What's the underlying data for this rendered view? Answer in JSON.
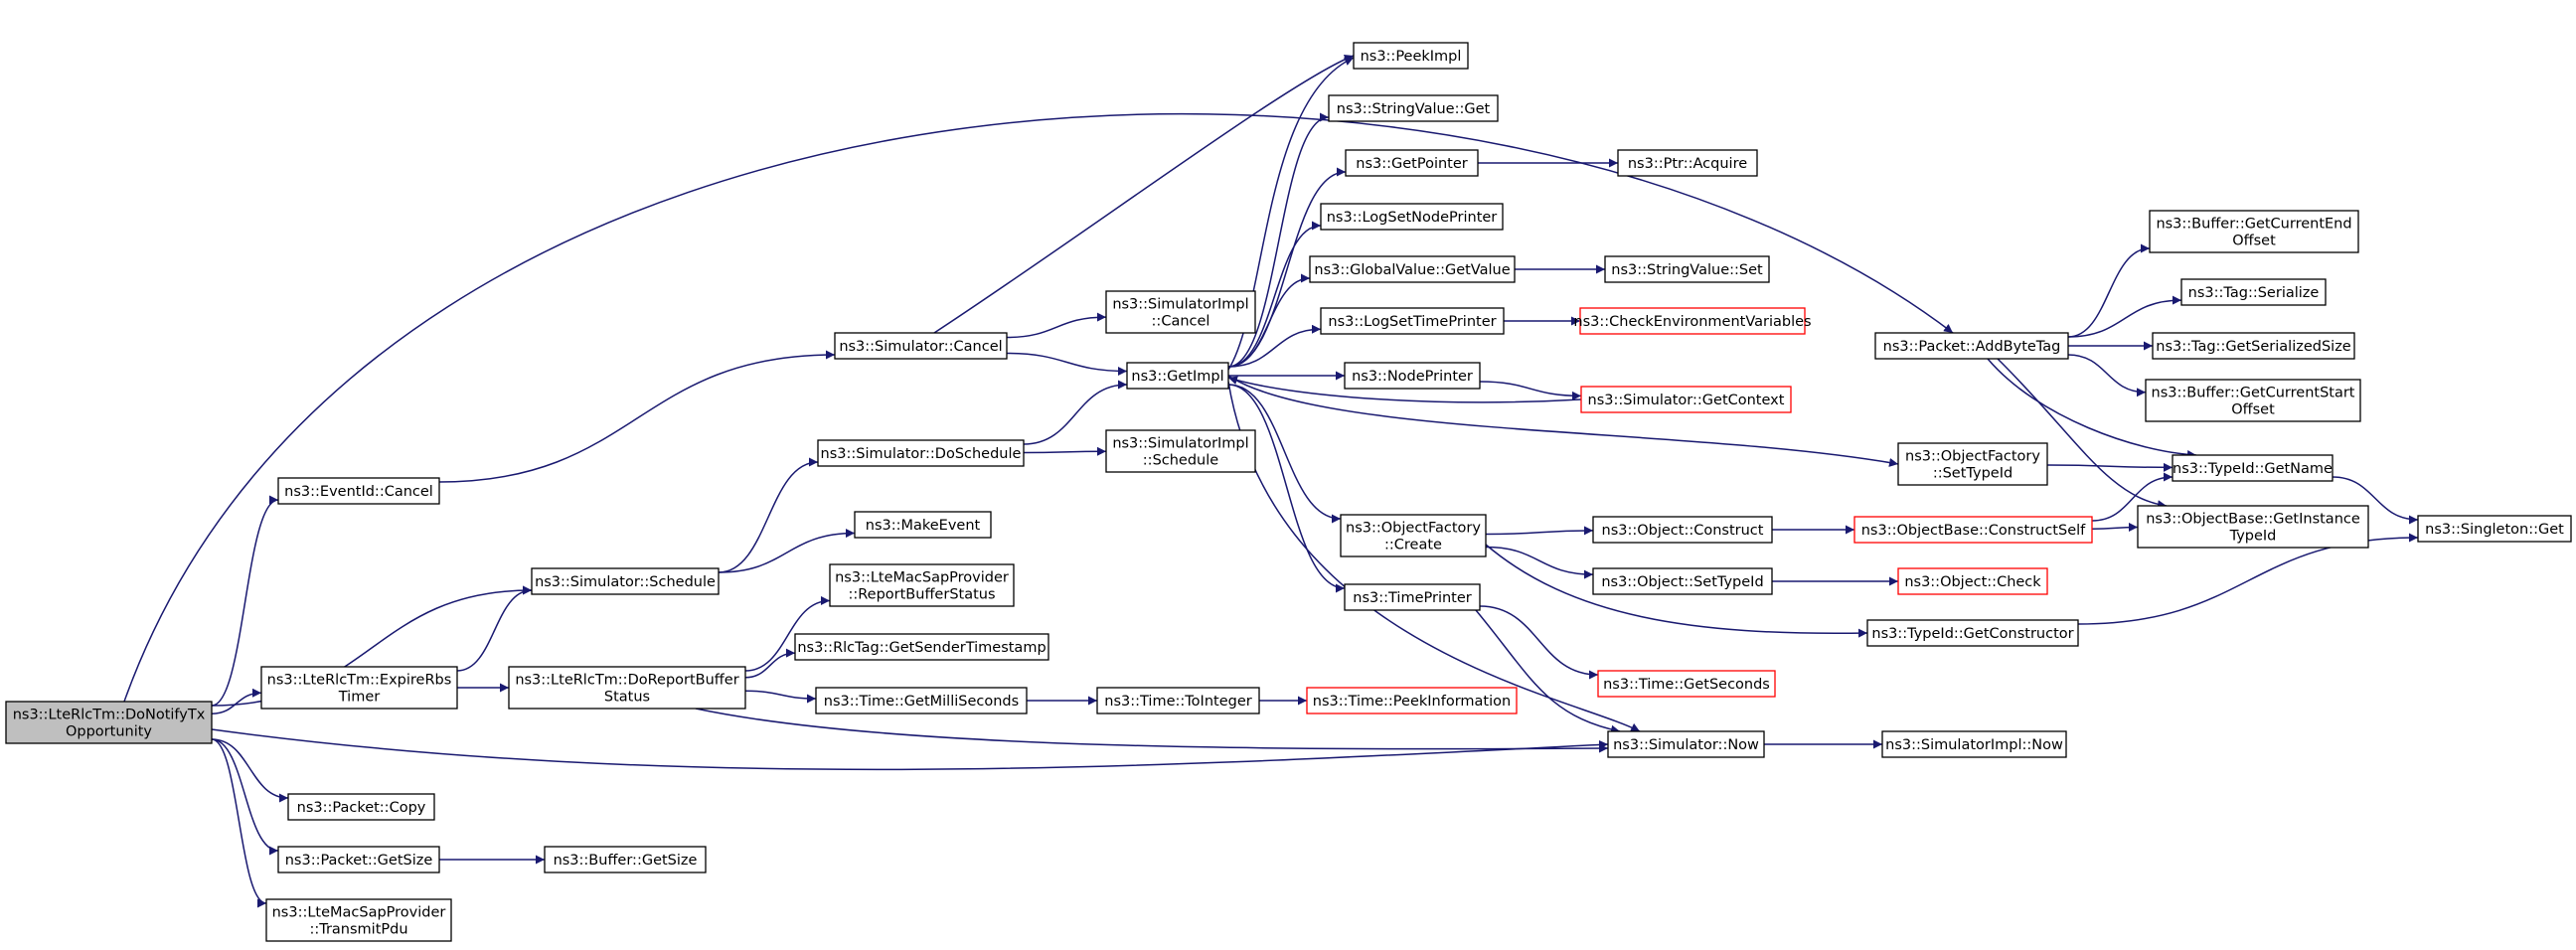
{
  "colors": {
    "edge": "#191970",
    "root_fill": "#bfbfbf",
    "node_border": "#000000",
    "incomplete_border": "#ff0000",
    "background": "#ffffff"
  },
  "nodes": [
    {
      "id": "root",
      "lines": [
        "ns3::LteRlcTm::DoNotifyTx",
        "Opportunity"
      ],
      "style": "root"
    },
    {
      "id": "eventCancel",
      "lines": [
        "ns3::EventId::Cancel"
      ]
    },
    {
      "id": "simSchedule",
      "lines": [
        "ns3::Simulator::Schedule"
      ]
    },
    {
      "id": "expireRbs",
      "lines": [
        "ns3::LteRlcTm::ExpireRbs",
        "Timer"
      ]
    },
    {
      "id": "packetCopy",
      "lines": [
        "ns3::Packet::Copy"
      ]
    },
    {
      "id": "packetGetSize",
      "lines": [
        "ns3::Packet::GetSize"
      ]
    },
    {
      "id": "transmitPdu",
      "lines": [
        "ns3::LteMacSapProvider",
        "::TransmitPdu"
      ]
    },
    {
      "id": "simCancel",
      "lines": [
        "ns3::Simulator::Cancel"
      ]
    },
    {
      "id": "simDoSchedule",
      "lines": [
        "ns3::Simulator::DoSchedule"
      ]
    },
    {
      "id": "makeEvent",
      "lines": [
        "ns3::MakeEvent"
      ]
    },
    {
      "id": "reportBufferStatus",
      "lines": [
        "ns3::LteMacSapProvider",
        "::ReportBufferStatus"
      ]
    },
    {
      "id": "doReportBufferStatus",
      "lines": [
        "ns3::LteRlcTm::DoReportBuffer",
        "Status"
      ]
    },
    {
      "id": "rlcTag",
      "lines": [
        "ns3::RlcTag::GetSenderTimestamp"
      ]
    },
    {
      "id": "getMilliSeconds",
      "lines": [
        "ns3::Time::GetMilliSeconds"
      ]
    },
    {
      "id": "bufferGetSize",
      "lines": [
        "ns3::Buffer::GetSize"
      ]
    },
    {
      "id": "simImplCancel",
      "lines": [
        "ns3::SimulatorImpl",
        "::Cancel"
      ]
    },
    {
      "id": "getImpl",
      "lines": [
        "ns3::GetImpl"
      ]
    },
    {
      "id": "simImplSchedule",
      "lines": [
        "ns3::SimulatorImpl",
        "::Schedule"
      ]
    },
    {
      "id": "toInteger",
      "lines": [
        "ns3::Time::ToInteger"
      ]
    },
    {
      "id": "peekInformation",
      "lines": [
        "ns3::Time::PeekInformation"
      ],
      "style": "red"
    },
    {
      "id": "peekImpl",
      "lines": [
        "ns3::PeekImpl"
      ]
    },
    {
      "id": "stringValueGet",
      "lines": [
        "ns3::StringValue::Get"
      ]
    },
    {
      "id": "getPointer",
      "lines": [
        "ns3::GetPointer"
      ]
    },
    {
      "id": "logSetNodePrinter",
      "lines": [
        "ns3::LogSetNodePrinter"
      ]
    },
    {
      "id": "globalValueGetValue",
      "lines": [
        "ns3::GlobalValue::GetValue"
      ]
    },
    {
      "id": "logSetTimePrinter",
      "lines": [
        "ns3::LogSetTimePrinter"
      ]
    },
    {
      "id": "nodePrinter",
      "lines": [
        "ns3::NodePrinter"
      ]
    },
    {
      "id": "objectFactoryCreate",
      "lines": [
        "ns3::ObjectFactory",
        "::Create"
      ]
    },
    {
      "id": "timePrinter",
      "lines": [
        "ns3::TimePrinter"
      ]
    },
    {
      "id": "ptrAcquire",
      "lines": [
        "ns3::Ptr::Acquire"
      ]
    },
    {
      "id": "stringValueSet",
      "lines": [
        "ns3::StringValue::Set"
      ]
    },
    {
      "id": "checkEnv",
      "lines": [
        "ns3::CheckEnvironmentVariables"
      ],
      "style": "red"
    },
    {
      "id": "simGetContext",
      "lines": [
        "ns3::Simulator::GetContext"
      ],
      "style": "red"
    },
    {
      "id": "objectConstruct",
      "lines": [
        "ns3::Object::Construct"
      ]
    },
    {
      "id": "objectSetTypeId",
      "lines": [
        "ns3::Object::SetTypeId"
      ]
    },
    {
      "id": "timeGetSeconds",
      "lines": [
        "ns3::Time::GetSeconds"
      ],
      "style": "red"
    },
    {
      "id": "simNow",
      "lines": [
        "ns3::Simulator::Now"
      ]
    },
    {
      "id": "objectBaseConstructSelf",
      "lines": [
        "ns3::ObjectBase::ConstructSelf"
      ],
      "style": "red"
    },
    {
      "id": "objectCheck",
      "lines": [
        "ns3::Object::Check"
      ],
      "style": "red"
    },
    {
      "id": "typeIdGetConstructor",
      "lines": [
        "ns3::TypeId::GetConstructor"
      ]
    },
    {
      "id": "simImplNow",
      "lines": [
        "ns3::SimulatorImpl::Now"
      ]
    },
    {
      "id": "packetAddByteTag",
      "lines": [
        "ns3::Packet::AddByteTag"
      ]
    },
    {
      "id": "objectFactorySetTypeId",
      "lines": [
        "ns3::ObjectFactory",
        "::SetTypeId"
      ]
    },
    {
      "id": "bufferGetCurrentEndOffset",
      "lines": [
        "ns3::Buffer::GetCurrentEnd",
        "Offset"
      ]
    },
    {
      "id": "tagSerialize",
      "lines": [
        "ns3::Tag::Serialize"
      ]
    },
    {
      "id": "tagGetSerializedSize",
      "lines": [
        "ns3::Tag::GetSerializedSize"
      ]
    },
    {
      "id": "bufferGetCurrentStartOffset",
      "lines": [
        "ns3::Buffer::GetCurrentStart",
        "Offset"
      ]
    },
    {
      "id": "typeIdGetName",
      "lines": [
        "ns3::TypeId::GetName"
      ]
    },
    {
      "id": "objectBaseGetInstanceTypeId",
      "lines": [
        "ns3::ObjectBase::GetInstance",
        "TypeId"
      ]
    },
    {
      "id": "singletonGet",
      "lines": [
        "ns3::Singleton::Get"
      ]
    }
  ],
  "edges": [
    [
      "root",
      "eventCancel"
    ],
    [
      "root",
      "simSchedule"
    ],
    [
      "root",
      "expireRbs"
    ],
    [
      "root",
      "packetCopy"
    ],
    [
      "root",
      "packetGetSize"
    ],
    [
      "root",
      "transmitPdu"
    ],
    [
      "root",
      "simNow"
    ],
    [
      "root",
      "packetAddByteTag"
    ],
    [
      "eventCancel",
      "simCancel"
    ],
    [
      "simSchedule",
      "simDoSchedule"
    ],
    [
      "simSchedule",
      "makeEvent"
    ],
    [
      "expireRbs",
      "simSchedule"
    ],
    [
      "expireRbs",
      "doReportBufferStatus"
    ],
    [
      "doReportBufferStatus",
      "reportBufferStatus"
    ],
    [
      "doReportBufferStatus",
      "rlcTag"
    ],
    [
      "doReportBufferStatus",
      "getMilliSeconds"
    ],
    [
      "doReportBufferStatus",
      "simNow"
    ],
    [
      "packetGetSize",
      "bufferGetSize"
    ],
    [
      "getMilliSeconds",
      "toInteger"
    ],
    [
      "toInteger",
      "peekInformation"
    ],
    [
      "simCancel",
      "simImplCancel"
    ],
    [
      "simCancel",
      "getImpl"
    ],
    [
      "simCancel",
      "peekImpl"
    ],
    [
      "simDoSchedule",
      "getImpl"
    ],
    [
      "simDoSchedule",
      "simImplSchedule"
    ],
    [
      "getImpl",
      "peekImpl"
    ],
    [
      "getImpl",
      "stringValueGet"
    ],
    [
      "getImpl",
      "getPointer"
    ],
    [
      "getImpl",
      "logSetNodePrinter"
    ],
    [
      "getImpl",
      "globalValueGetValue"
    ],
    [
      "getImpl",
      "logSetTimePrinter"
    ],
    [
      "getImpl",
      "nodePrinter"
    ],
    [
      "getImpl",
      "objectFactoryCreate"
    ],
    [
      "getImpl",
      "timePrinter"
    ],
    [
      "getImpl",
      "simNow"
    ],
    [
      "getImpl",
      "objectFactorySetTypeId"
    ],
    [
      "getPointer",
      "ptrAcquire"
    ],
    [
      "globalValueGetValue",
      "stringValueSet"
    ],
    [
      "logSetTimePrinter",
      "checkEnv"
    ],
    [
      "nodePrinter",
      "simGetContext"
    ],
    [
      "simGetContext",
      "getImpl"
    ],
    [
      "objectFactoryCreate",
      "objectConstruct"
    ],
    [
      "objectFactoryCreate",
      "objectSetTypeId"
    ],
    [
      "objectFactoryCreate",
      "typeIdGetConstructor"
    ],
    [
      "timePrinter",
      "timeGetSeconds"
    ],
    [
      "timePrinter",
      "simNow"
    ],
    [
      "objectConstruct",
      "objectBaseConstructSelf"
    ],
    [
      "objectSetTypeId",
      "objectCheck"
    ],
    [
      "objectBaseConstructSelf",
      "typeIdGetName"
    ],
    [
      "objectBaseConstructSelf",
      "objectBaseGetInstanceTypeId"
    ],
    [
      "typeIdGetConstructor",
      "singletonGet"
    ],
    [
      "simNow",
      "simImplNow"
    ],
    [
      "objectFactorySetTypeId",
      "typeIdGetName"
    ],
    [
      "packetAddByteTag",
      "bufferGetCurrentEndOffset"
    ],
    [
      "packetAddByteTag",
      "tagSerialize"
    ],
    [
      "packetAddByteTag",
      "tagGetSerializedSize"
    ],
    [
      "packetAddByteTag",
      "bufferGetCurrentStartOffset"
    ],
    [
      "packetAddByteTag",
      "typeIdGetName"
    ],
    [
      "packetAddByteTag",
      "objectBaseGetInstanceTypeId"
    ],
    [
      "typeIdGetName",
      "singletonGet"
    ]
  ]
}
